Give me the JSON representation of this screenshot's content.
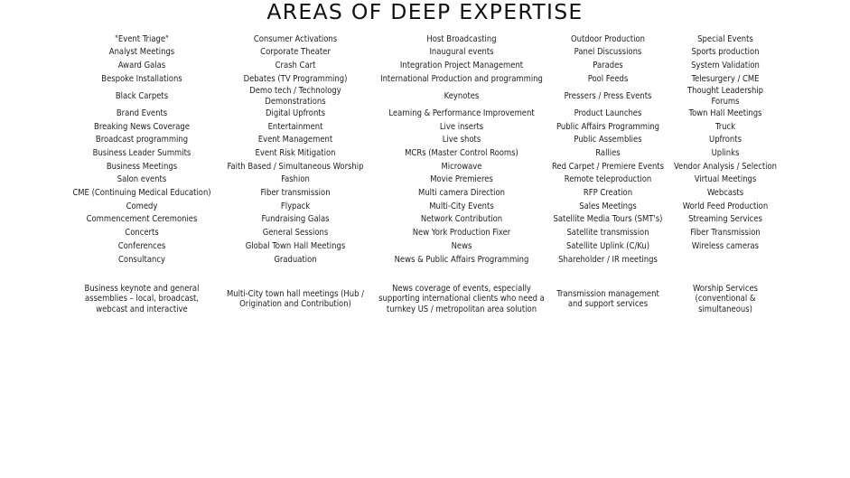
{
  "title": "AREAS OF DEEP EXPERTISE",
  "columns": [
    {
      "items": [
        "\"Event Triage\"",
        "Analyst Meetings",
        "Award Galas",
        "Bespoke Installations",
        "Black Carpets",
        "Brand Events",
        "Breaking News Coverage",
        "Broadcast programming",
        "Business Leader Summits",
        "Business Meetings",
        "Salon events",
        "CME (Continuing Medical Education)",
        "Comedy",
        "Commencement Ceremonies",
        "Concerts",
        "Conferences",
        "Consultancy"
      ],
      "footer": "Business keynote and general assemblies – local, broadcast, webcast and interactive"
    },
    {
      "items": [
        "Consumer Activations",
        "Corporate Theater",
        "Crash Cart",
        "Debates (TV Programming)",
        "Demo tech / Technology Demonstrations",
        "Digital Upfronts",
        "Entertainment",
        "Event Management",
        "Event Risk Mitigation",
        "Faith Based / Simultaneous Worship",
        "Fashion",
        "Fiber transmission",
        "Flypack",
        "Fundraising Galas",
        "General Sessions",
        "Global Town Hall Meetings",
        "Graduation"
      ],
      "footer": "Multi-City town hall meetings (Hub / Origination and Contribution)"
    },
    {
      "items": [
        "Host Broadcasting",
        "Inaugural events",
        "Integration Project Management",
        "International Production and programming",
        "Keynotes",
        "Learning & Performance Improvement",
        "Live inserts",
        "Live shots",
        "MCRs (Master Control Rooms)",
        "Microwave",
        "Movie Premieres",
        "Multi camera Direction",
        "Multi-City Events",
        "Network Contribution",
        "New York Production Fixer",
        "News",
        "News & Public Affairs Programming"
      ],
      "footer": "News coverage of events, especially supporting international clients who need a turnkey US / metropolitan area solution"
    },
    {
      "items": [
        "Outdoor Production",
        "Panel Discussions",
        "Parades",
        "Pool Feeds",
        "Pressers / Press Events",
        "Product Launches",
        "Public Affairs Programming",
        "Public Assemblies",
        "Rallies",
        "Red Carpet / Premiere Events",
        "Remote teleproduction",
        "RFP Creation",
        "Sales Meetings",
        "Satellite Media Tours (SMT's)",
        "Satellite transmission",
        "Satellite Uplink (C/Ku)",
        "Shareholder / IR meetings"
      ],
      "footer": "Transmission management and support services"
    },
    {
      "items": [
        "Special Events",
        "Sports production",
        "System Validation",
        "Telesurgery / CME",
        "Thought Leadership Forums",
        "Town Hall Meetings",
        "Truck",
        "Upfronts",
        "Uplinks",
        "Vendor Analysis / Selection",
        "Virtual Meetings",
        "Webcasts",
        "World Feed Production",
        "Streaming Services",
        "Fiber Transmission",
        "Wireless cameras",
        ""
      ],
      "footer": "Worship Services (conventional & simultaneous)"
    }
  ]
}
